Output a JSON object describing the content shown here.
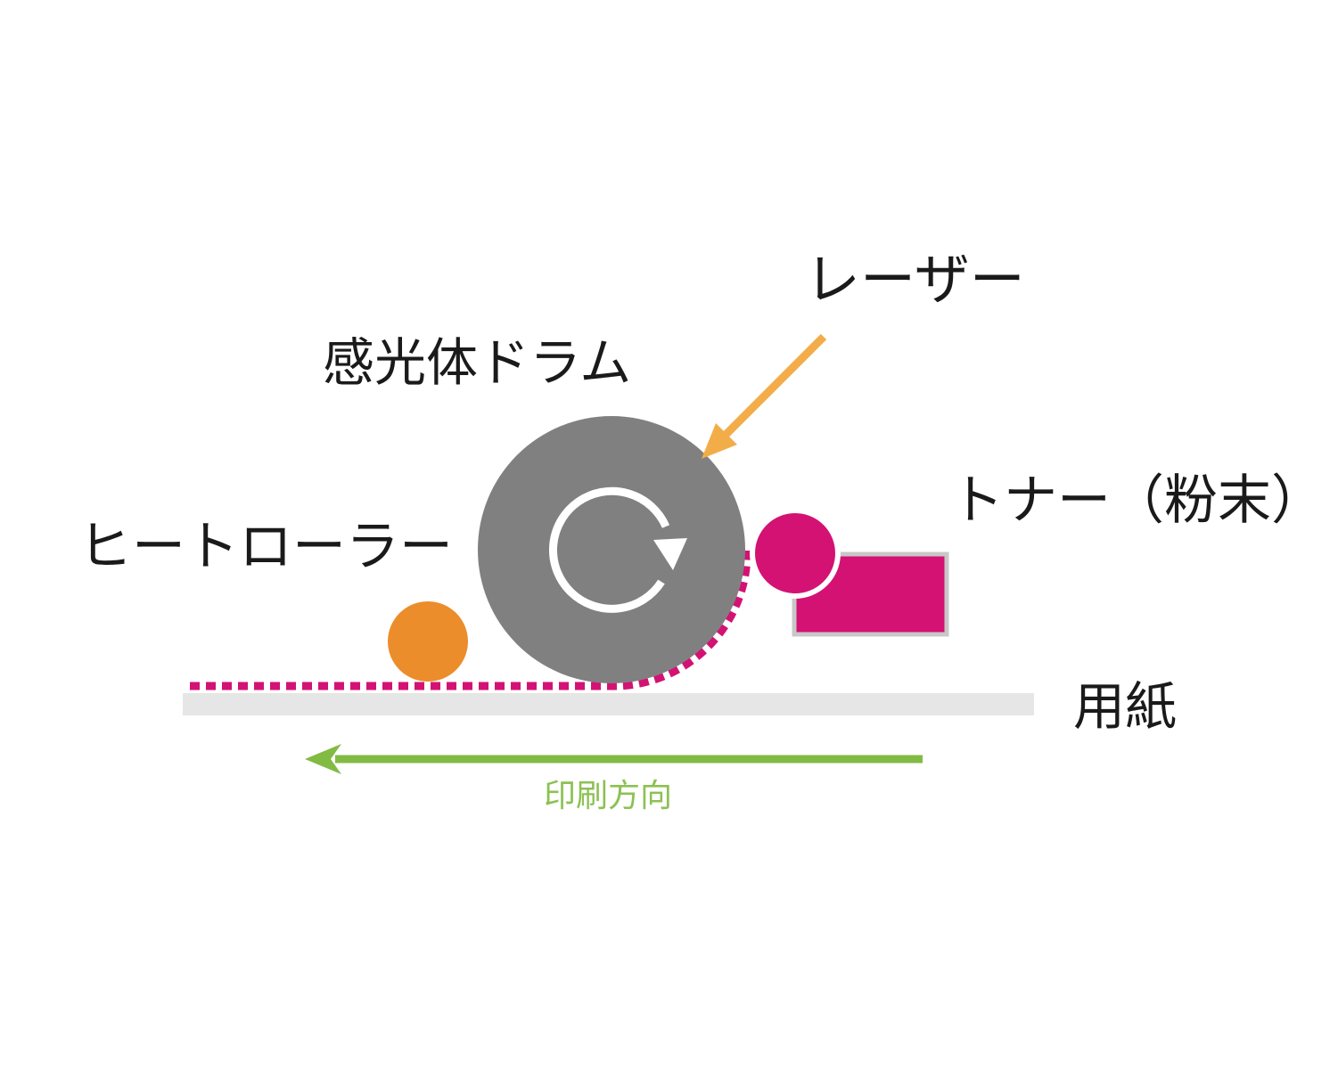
{
  "labels": {
    "laser": "レーザー",
    "drum": "感光体ドラム",
    "toner": "トナー（粉末）",
    "heat_roller": "ヒートローラー",
    "paper": "用紙",
    "print_direction": "印刷方向"
  },
  "colors": {
    "drum": "#808080",
    "drum_arrow": "#ffffff",
    "laser_arrow": "#f2ad49",
    "toner": "#d31274",
    "toner_box_border": "#c8c8c8",
    "heat_roller": "#ec8d2b",
    "paper": "#e6e6e6",
    "toner_trail": "#d31274",
    "direction_arrow": "#82bb44",
    "direction_text": "#8cc152"
  },
  "icons": {
    "rotation": "clockwise-rotation-icon",
    "laser": "arrow-down-left-icon",
    "direction": "arrow-left-icon"
  }
}
